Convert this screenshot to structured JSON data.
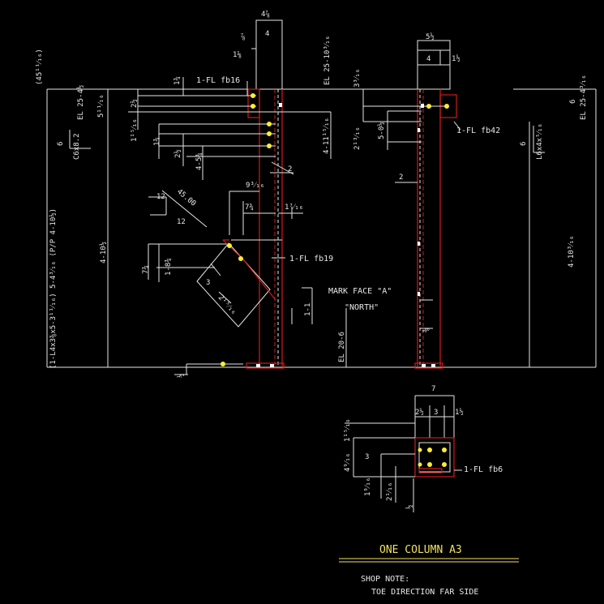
{
  "top_dims": {
    "overall_left": "4⅞",
    "flange_left": "4",
    "gap_a": "⅞",
    "gap_b": "1⅛",
    "overall_right": "5½",
    "flange_right": "4",
    "gap_right": "1½"
  },
  "elevations": {
    "left_top": "EL 25-4½",
    "mid_top": "EL 25-10³⁄₁₆",
    "right_top": "EL 25-4³⁄₁₆",
    "bottom": "EL 20-6",
    "left_vertical": "(45¹¹⁄₁₆)"
  },
  "members": {
    "channel_size": "C6x8.2",
    "channel_depth": "6",
    "angle_right_size": "L6x4x⁵⁄₁₆",
    "angle_right_depth": "6",
    "brace_note": "(1-L4x3⅜x5-3¹¹⁄₁₆)  5-4³⁄₁₆  (P/P 4-10½)"
  },
  "left_dims": {
    "d_5_11_16": "5¹¹⁄₁₆",
    "d_1_3_4a": "1¾",
    "d_2_1_2": "2½",
    "d_1_15_16": "1¹⁵⁄₁₆",
    "d_1_3_4b": "1¾",
    "d_2_1_2b": "2½",
    "d_4_5_3_4": "4-5¾",
    "d_4_11_15": "4-11¹⁵⁄₁₆",
    "d_2": "2",
    "d_4_10_1_2": "4-10½"
  },
  "right_dims": {
    "d_3_3_16": "3³⁄₁₆",
    "d_2_13_16": "2¹³⁄₁₆",
    "d_5_0_1_2": "5-0½",
    "d_2": "2",
    "d_4_10_3_16": "4-10³⁄₁₆",
    "d_3_8": "⅜"
  },
  "brace_dims": {
    "slope_rise": "12",
    "slope_run": "12",
    "angle": "45.00",
    "d_9_3_16": "9³⁄₁₆",
    "d_7_3_4": "7¾",
    "d_1_7_16": "1⁷⁄₁₆",
    "d_7_3_4b": "7¾",
    "d_1_8_3_4": "1-8¾",
    "d_3": "3",
    "d_2_15_16": "2¹⁵⁄₁₆",
    "d_1_1": "1-1",
    "d_1_2": "½"
  },
  "callouts": {
    "fb16": "1-FL fb16",
    "fb42": "1-FL fb42",
    "fb19": "1-FL fb19",
    "fb6": "1-FL fb6",
    "mark_face": "MARK FACE \"A\"",
    "mark_dir": "\"NORTH\""
  },
  "detail": {
    "overall": "7",
    "d_2_1_2": "2½",
    "d_3": "3",
    "d_1_1_2": "1½",
    "d_1_15_16": "1¹⁵⁄₁₆",
    "d_4_9_16": "4⁹⁄₁₆",
    "d_3b": "3",
    "d_1_9_16": "1⁹⁄₁₆",
    "d_2_1_16": "2¹⁄₁₆",
    "d_1_2": "½"
  },
  "title": "ONE COLUMN A3",
  "shop_note_label": "SHOP NOTE:",
  "shop_note_text": "TOE DIRECTION FAR SIDE"
}
